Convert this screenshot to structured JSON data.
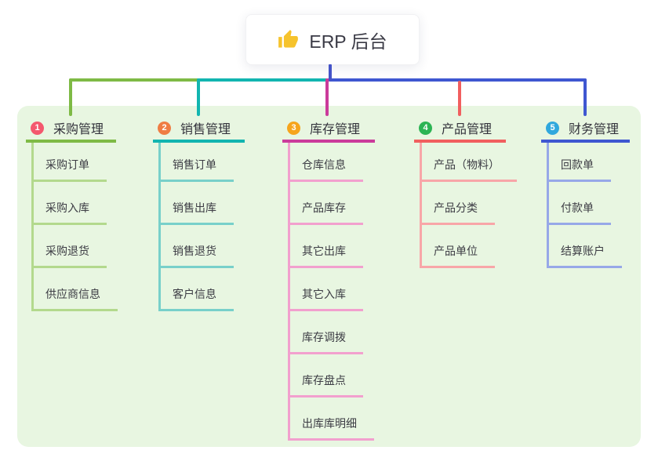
{
  "root": {
    "title": "ERP 后台",
    "icon": "thumbs-up-icon",
    "icon_color": "#f6c32c",
    "stem_color": "#4453c8"
  },
  "panel_color": "#e8f6e1",
  "branches": [
    {
      "index": "1",
      "title": "采购管理",
      "badge_color": "#f4586e",
      "line_color": "#7eba45",
      "child_line_color": "#b3d98d",
      "children": [
        "采购订单",
        "采购入库",
        "采购退货",
        "供应商信息"
      ]
    },
    {
      "index": "2",
      "title": "销售管理",
      "badge_color": "#ef7d43",
      "line_color": "#12b5b0",
      "child_line_color": "#78d0ca",
      "children": [
        "销售订单",
        "销售出库",
        "销售退货",
        "客户信息"
      ]
    },
    {
      "index": "3",
      "title": "库存管理",
      "badge_color": "#f6a51c",
      "line_color": "#cb3b9b",
      "child_line_color": "#f2a0ce",
      "children": [
        "仓库信息",
        "产品库存",
        "其它出库",
        "其它入库",
        "库存调拨",
        "库存盘点",
        "出库库明细"
      ]
    },
    {
      "index": "4",
      "title": "产品管理",
      "badge_color": "#2cb454",
      "line_color": "#f15f5f",
      "child_line_color": "#f8a6a8",
      "children": [
        "产品（物料）",
        "产品分类",
        "产品单位"
      ]
    },
    {
      "index": "5",
      "title": "财务管理",
      "badge_color": "#30a8dd",
      "line_color": "#3f57d1",
      "child_line_color": "#97a8e8",
      "children": [
        "回款单",
        "付款单",
        "结算账户"
      ]
    }
  ]
}
